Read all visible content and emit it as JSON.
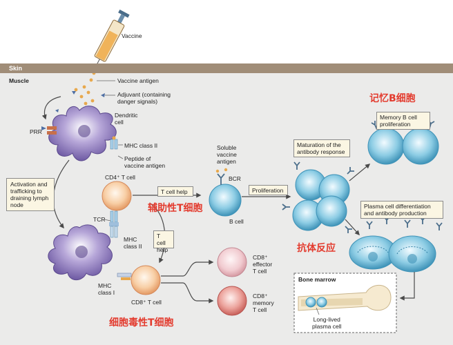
{
  "layers": {
    "skin": "Skin",
    "muscle": "Muscle"
  },
  "labels": {
    "vaccine": "Vaccine",
    "vaccine_antigen": "Vaccine antigen",
    "adjuvant": "Adjuvant (containing\ndanger signals)",
    "dendritic_cell": "Dendritic\ncell",
    "prr": "PRR",
    "mhc_class_ii": "MHC class II",
    "peptide": "Peptide of\nvaccine antigen",
    "activation": "Activation and\ntrafficking to\ndraining lymph\nnode",
    "cd4_t_cell": "CD4⁺ T cell",
    "t_cell_help_1": "T cell help",
    "t_cell_help_2": "T cell\nhelp",
    "soluble_antigen": "Soluble\nvaccine\nantigen",
    "bcr": "BCR",
    "b_cell": "B cell",
    "proliferation": "Proliferation",
    "maturation": "Maturation of the\nantibody response",
    "memory_b": "Memory B cell\nproliferation",
    "plasma_diff": "Plasma cell differentiation\nand antibody production",
    "tcr": "TCR",
    "mhc_class_ii_2": "MHC\nclass II",
    "mhc_class_i": "MHC\nclass I",
    "cd8_t_cell": "CD8⁺ T cell",
    "cd8_effector": "CD8⁺\neffector\nT cell",
    "cd8_memory": "CD8⁺\nmemory\nT cell",
    "bone_marrow": "Bone marrow",
    "long_lived": "Long-lived\nplasma cell"
  },
  "annotations": {
    "memory_b_cn": "记忆B细胞",
    "helper_t_cn": "辅助性T细胞",
    "antibody_cn": "抗体反应",
    "cytotoxic_t_cn": "细胞毒性T细胞"
  },
  "colors": {
    "dendritic": "#9a86c4",
    "cd4": "#f6c9a0",
    "b_cell": "#7ec3dc",
    "cd8_effector": "#f0c8cc",
    "cd8_memory": "#e8a0a0",
    "annotation": "#e33b2e",
    "skin_band": "#a08d78",
    "muscle_bg": "#ebebea"
  }
}
